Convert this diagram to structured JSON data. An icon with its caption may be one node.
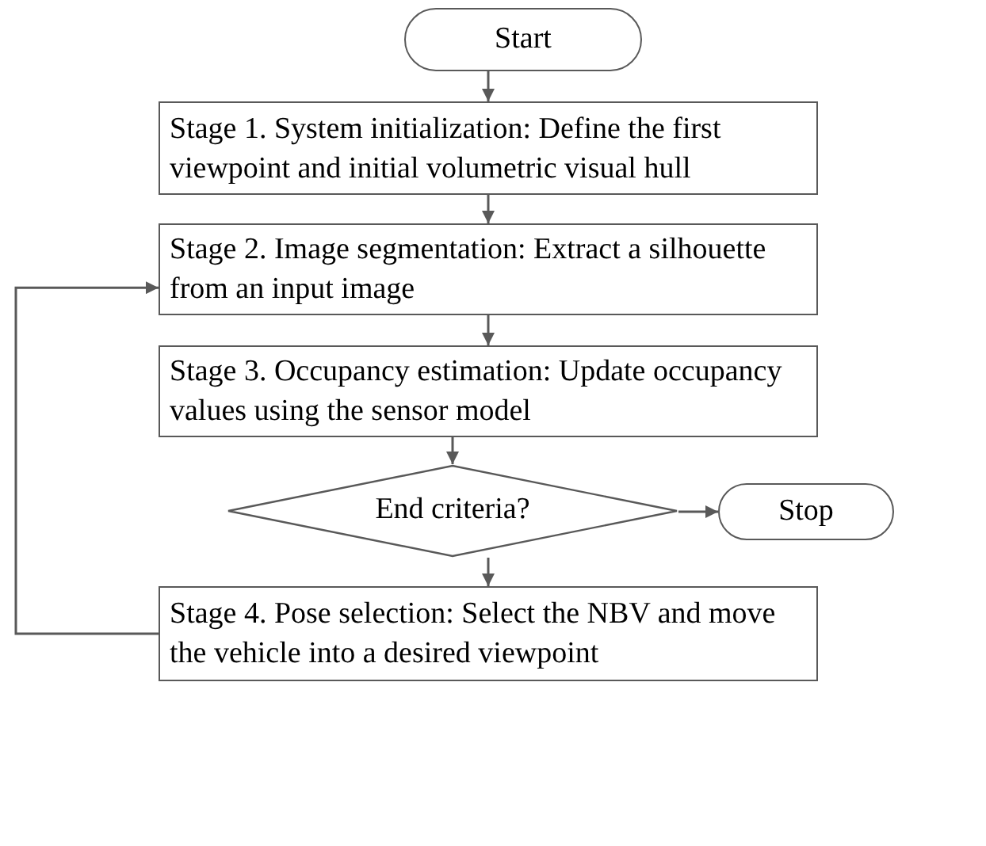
{
  "diagram": {
    "nodes": [
      {
        "text": [
          "Start"
        ]
      },
      {
        "text": [
          "Stage 1. System initialization: Define the first viewpoint and initial volumetric visual hull"
        ]
      },
      {
        "text": [
          "Stage 2. Image segmentation: Extract a silhouette from an input image"
        ]
      },
      {
        "text": [
          "Stage 3. Occupancy estimation: Update occupancy values using the sensor model"
        ]
      },
      {
        "text": [
          "End criteria?"
        ]
      },
      {
        "text": [
          "Stop"
        ]
      },
      {
        "text": [
          "Stage 4. Pose selection: Select the NBV and move the vehicle into a desired viewpoint"
        ]
      }
    ],
    "edges": [
      {
        "from": 0,
        "to": 1,
        "arrow": "to"
      },
      {
        "from": 1,
        "to": 2,
        "arrow": "to"
      },
      {
        "from": 2,
        "to": 3,
        "arrow": "to"
      },
      {
        "from": 3,
        "to": 4,
        "arrow": "to"
      },
      {
        "from": 4,
        "to": 5,
        "arrow": "to"
      },
      {
        "from": 4,
        "to": 6,
        "arrow": "to"
      },
      {
        "from": 6,
        "to": 2,
        "arrow": "to"
      }
    ]
  }
}
